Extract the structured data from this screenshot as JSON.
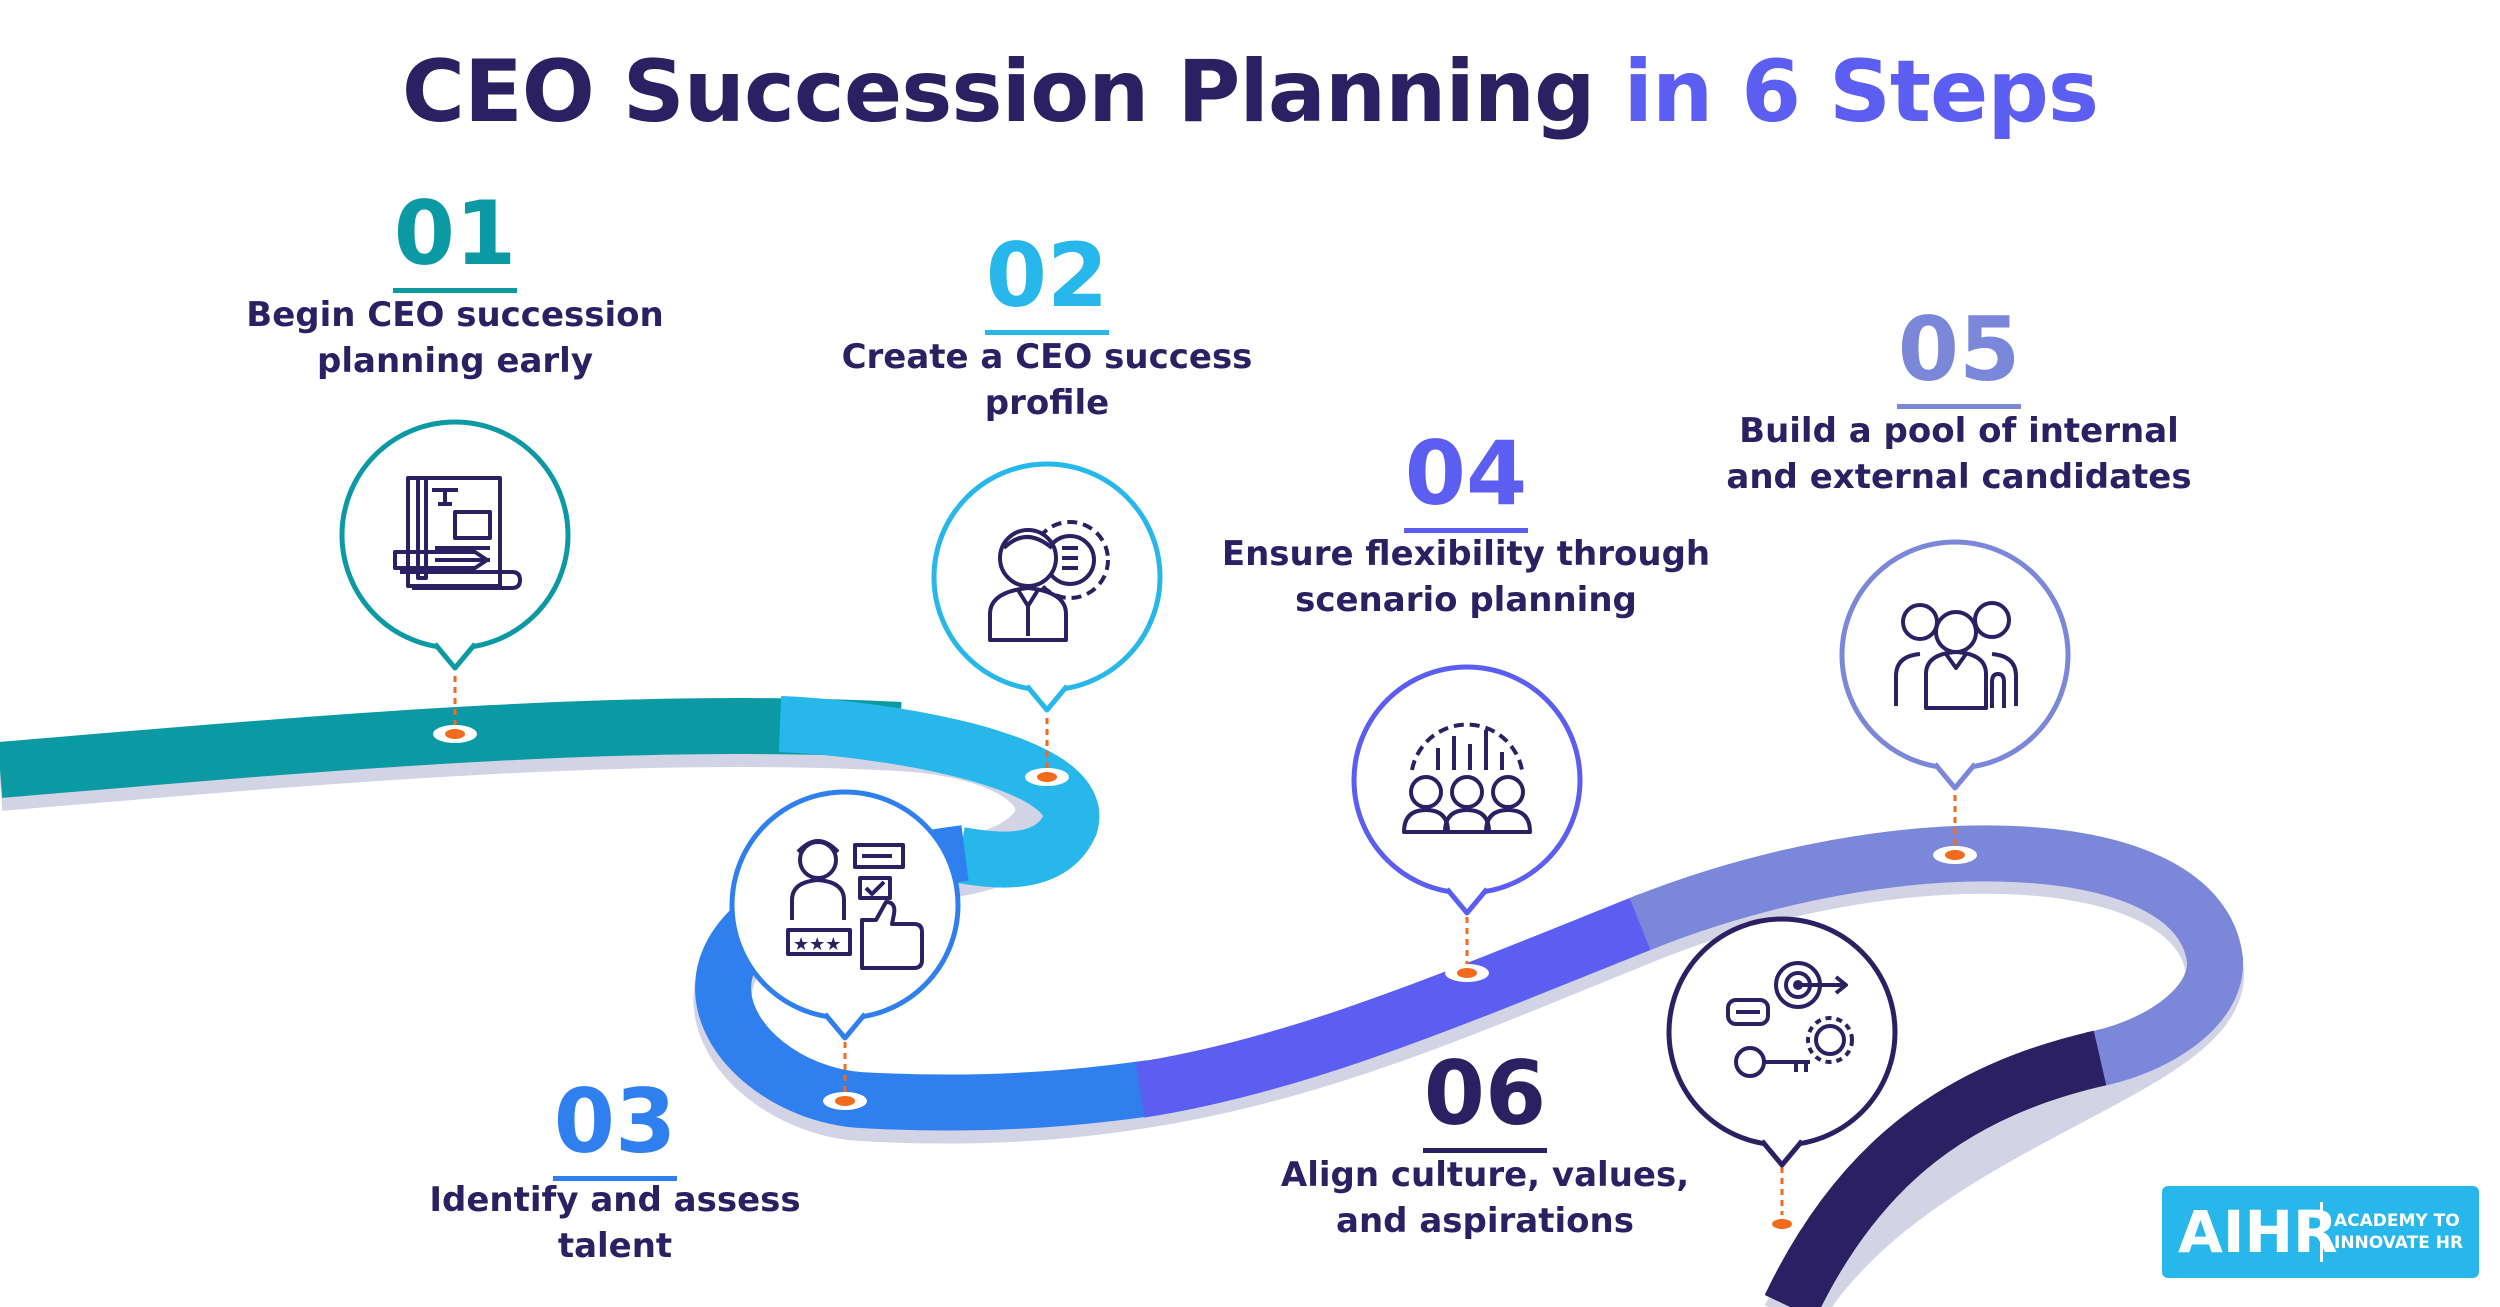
{
  "title": {
    "main": "CEO Succession Planning",
    "accent": "in 6 Steps"
  },
  "steps": [
    {
      "number": "01",
      "text": "Begin CEO succession planning early",
      "color": "#0b9aa3",
      "icon": "document-pencil-icon"
    },
    {
      "number": "02",
      "text": "Create a CEO success profile",
      "color": "#27b7ea",
      "icon": "profile-gear-icon"
    },
    {
      "number": "03",
      "text": "Identify and assess talent",
      "color": "#2f80ee",
      "icon": "rating-thumbs-up-icon"
    },
    {
      "number": "04",
      "text": "Ensure flexibility through scenario planning",
      "color": "#5b5ef0",
      "icon": "team-chart-gear-icon"
    },
    {
      "number": "05",
      "text": "Build a pool of internal and external candidates",
      "color": "#7b87d8",
      "icon": "candidates-group-icon"
    },
    {
      "number": "06",
      "text": "Align culture, values, and aspirations",
      "color": "#2b2162",
      "icon": "target-key-icon"
    }
  ],
  "logo": {
    "brand": "AIHR",
    "tagline": "ACADEMY TO INNOVATE HR",
    "color": "#27b7ea"
  },
  "colors": {
    "title": "#2b2162",
    "accent": "#5b5ef0",
    "marker": "#f26a1b"
  }
}
